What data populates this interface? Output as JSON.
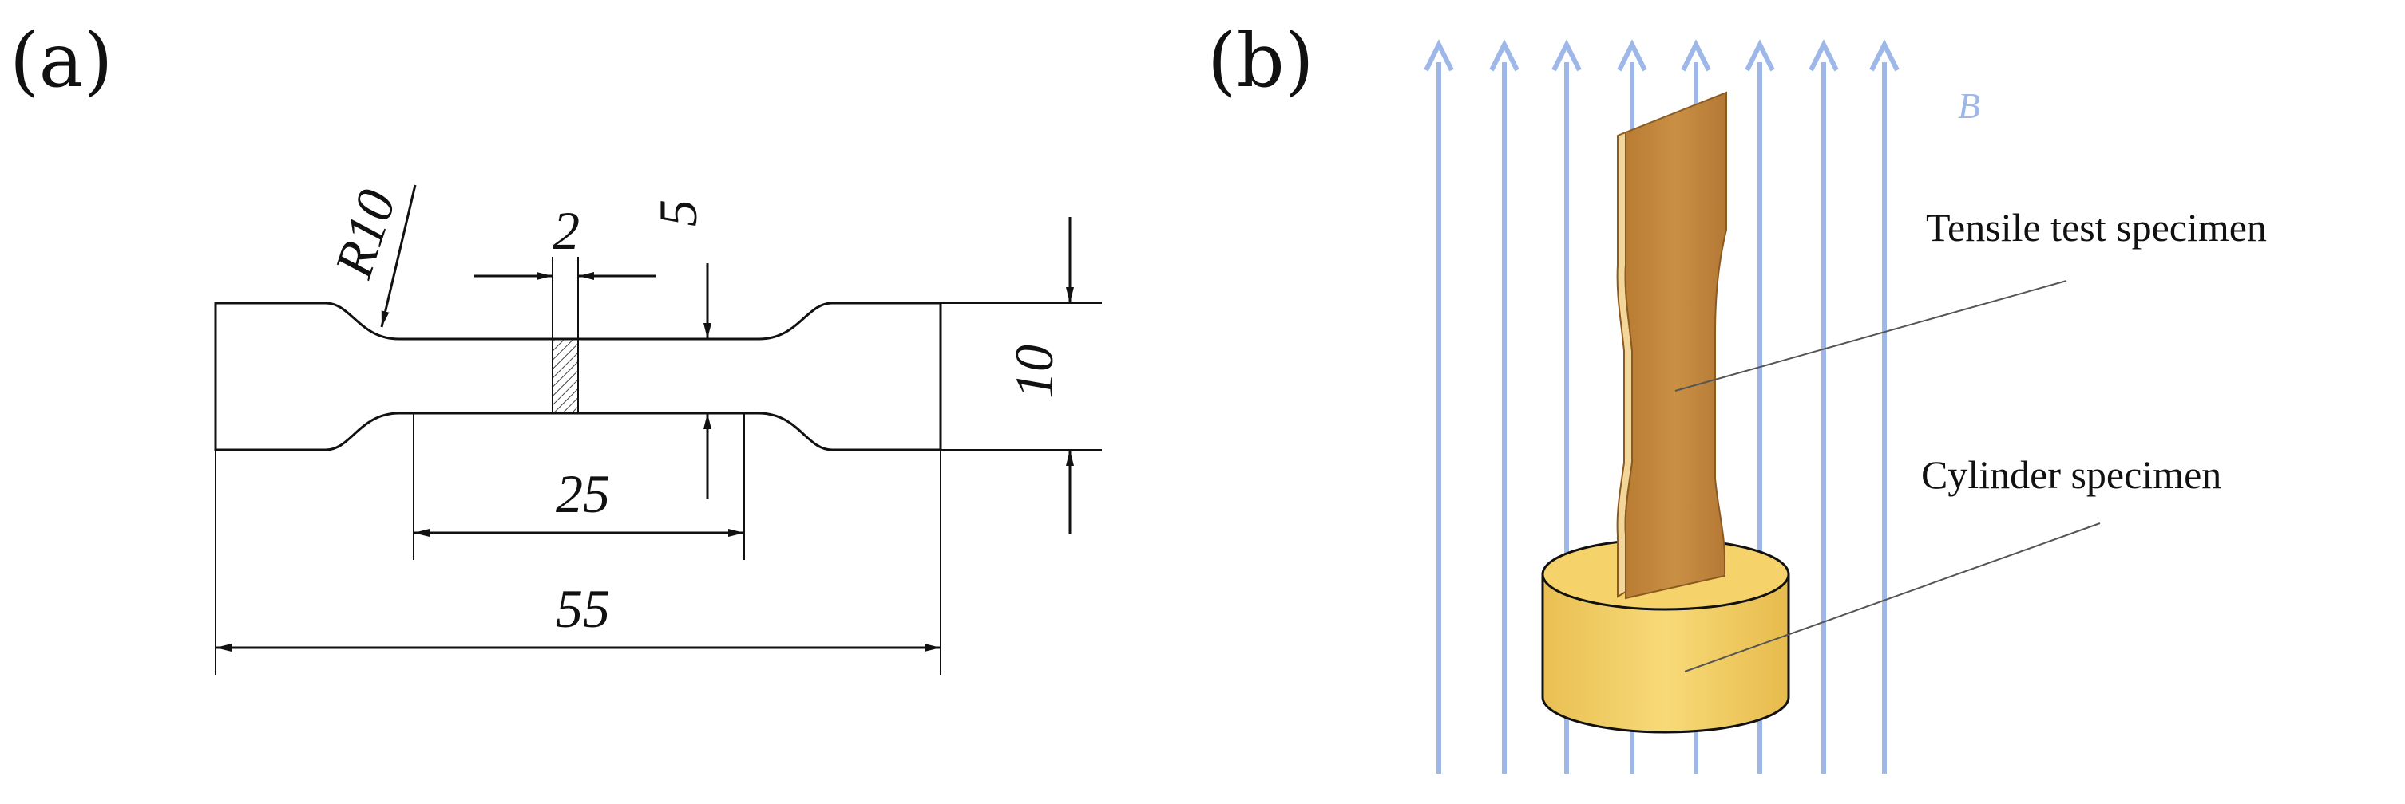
{
  "panel_a": {
    "label": "(a)",
    "dimensions": {
      "radius": "R10",
      "gap": "2",
      "thickness": "5",
      "height": "10",
      "gauge_length": "25",
      "total_length": "55"
    }
  },
  "panel_b": {
    "label": "(b)",
    "field_label": "B",
    "callouts": {
      "tensile": "Tensile test specimen",
      "cylinder": "Cylinder specimen"
    },
    "colors": {
      "field_lines": "#9db8e8",
      "tensile_specimen": "#c48a3e",
      "tensile_edge": "#f3d79a",
      "cylinder": "#f5d36a"
    }
  }
}
